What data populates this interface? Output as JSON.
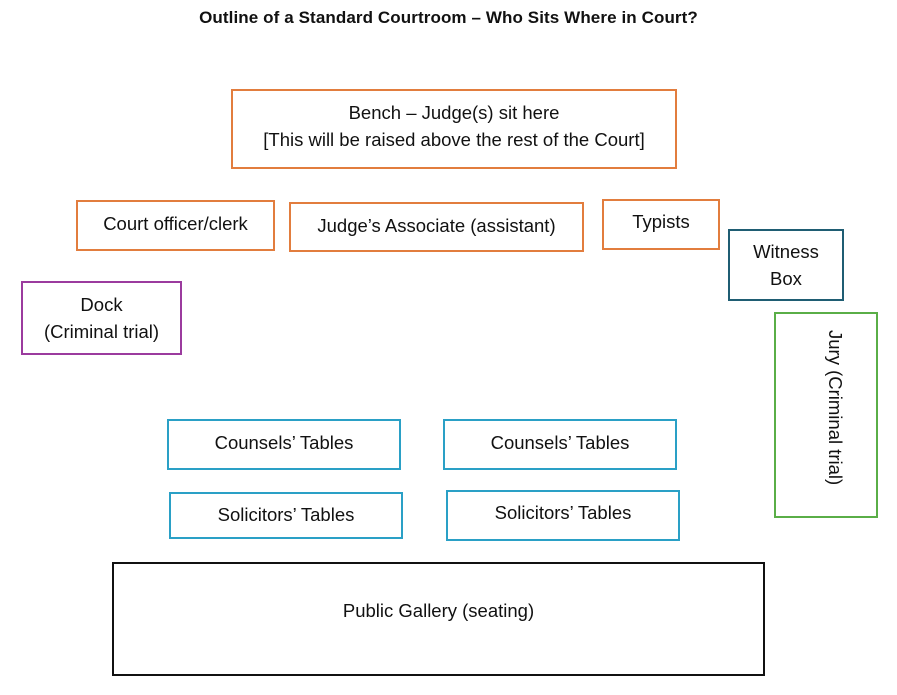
{
  "title": "Outline of a Standard Courtroom – Who Sits Where in Court?",
  "boxes": {
    "bench": {
      "line1": "Bench – Judge(s) sit here",
      "line2": "[This will be raised above the rest of the Court]",
      "color": "#e27d3e"
    },
    "clerk": {
      "label": "Court officer/clerk",
      "color": "#e27d3e"
    },
    "associate": {
      "label": "Judge’s Associate (assistant)",
      "color": "#e27d3e"
    },
    "typists": {
      "label": "Typists",
      "color": "#e27d3e"
    },
    "witness": {
      "line1": "Witness",
      "line2": "Box",
      "color": "#1f5d73"
    },
    "dock": {
      "line1": "Dock",
      "line2": "(Criminal trial)",
      "color": "#9b3b9e"
    },
    "jury": {
      "label": "Jury (Criminal trial)",
      "color": "#5aae47"
    },
    "counsel_left": {
      "label": "Counsels’ Tables",
      "color": "#2aa0c6"
    },
    "counsel_right": {
      "label": "Counsels’ Tables",
      "color": "#2aa0c6"
    },
    "solicitors_left": {
      "label": "Solicitors’ Tables",
      "color": "#2aa0c6"
    },
    "solicitors_right": {
      "label": "Solicitors’ Tables",
      "color": "#2aa0c6"
    },
    "gallery": {
      "label": "Public Gallery (seating)",
      "color": "#111111"
    }
  }
}
